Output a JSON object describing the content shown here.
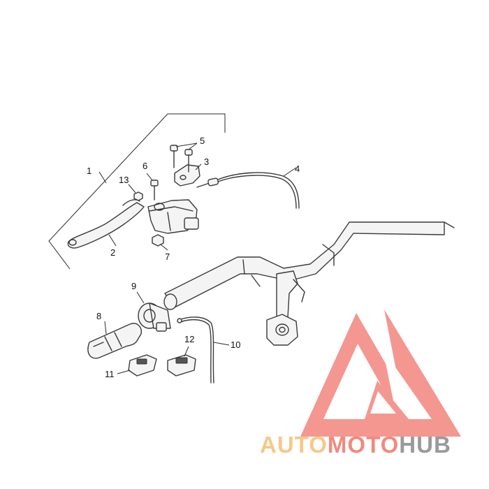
{
  "diagram": {
    "callouts": [
      {
        "id": "1",
        "label": "1"
      },
      {
        "id": "2",
        "label": "2"
      },
      {
        "id": "3",
        "label": "3"
      },
      {
        "id": "4",
        "label": "4"
      },
      {
        "id": "5",
        "label": "5"
      },
      {
        "id": "6",
        "label": "6"
      },
      {
        "id": "7",
        "label": "7"
      },
      {
        "id": "8",
        "label": "8"
      },
      {
        "id": "9",
        "label": "9"
      },
      {
        "id": "10",
        "label": "10"
      },
      {
        "id": "11",
        "label": "11"
      },
      {
        "id": "12",
        "label": "12"
      },
      {
        "id": "13",
        "label": "13"
      }
    ]
  },
  "watermark": {
    "word_auto": "AUTO",
    "word_moto": "MOTO",
    "word_hub": "HUB",
    "colors": {
      "auto": "#f5c98a",
      "moto": "#f08a7e",
      "hub": "#9a9a9a",
      "emblem": "#f07a72"
    }
  }
}
